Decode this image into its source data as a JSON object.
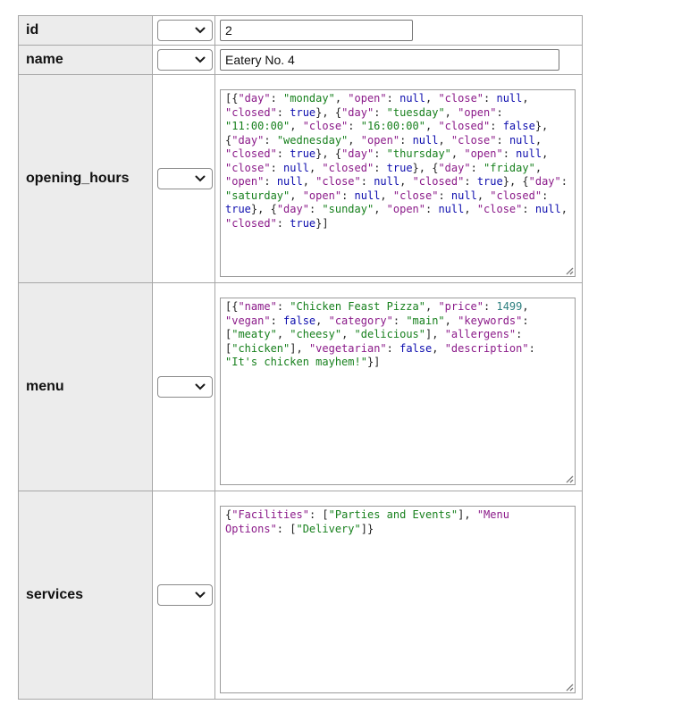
{
  "form": {
    "fields": [
      {
        "name": "id",
        "function_value": "",
        "value": "2",
        "input_kind": "text-short"
      },
      {
        "name": "name",
        "function_value": "",
        "value": "Eatery No. 4",
        "input_kind": "text-long"
      },
      {
        "name": "opening_hours",
        "function_value": "",
        "value": "[{\"day\": \"monday\", \"open\": null, \"close\": null, \"closed\": true}, {\"day\": \"tuesday\", \"open\": \"11:00:00\", \"close\": \"16:00:00\", \"closed\": false}, {\"day\": \"wednesday\", \"open\": null, \"close\": null, \"closed\": true}, {\"day\": \"thursday\", \"open\": null, \"close\": null, \"closed\": true}, {\"day\": \"friday\", \"open\": null, \"close\": null, \"closed\": true}, {\"day\": \"saturday\", \"open\": null, \"close\": null, \"closed\": true}, {\"day\": \"sunday\", \"open\": null, \"close\": null, \"closed\": true}]",
        "input_kind": "json"
      },
      {
        "name": "menu",
        "function_value": "",
        "value": "[{\"name\": \"Chicken Feast Pizza\", \"price\": 1499, \"vegan\": false, \"category\": \"main\", \"keywords\": [\"meaty\", \"cheesy\", \"delicious\"], \"allergens\": [\"chicken\"], \"vegetarian\": false, \"description\": \"It's chicken mayhem!\"}]",
        "input_kind": "json"
      },
      {
        "name": "services",
        "function_value": "",
        "value": "{\"Facilities\": [\"Parties and Events\"], \"Menu Options\": [\"Delivery\"]}",
        "input_kind": "json"
      }
    ]
  },
  "colors": {
    "json_key": "#8b1a89",
    "json_string": "#17801d",
    "json_atom": "#0d0dae",
    "json_number": "#2d7f7f",
    "label_background": "#ececec",
    "cell_border": "#a6a6a6"
  }
}
